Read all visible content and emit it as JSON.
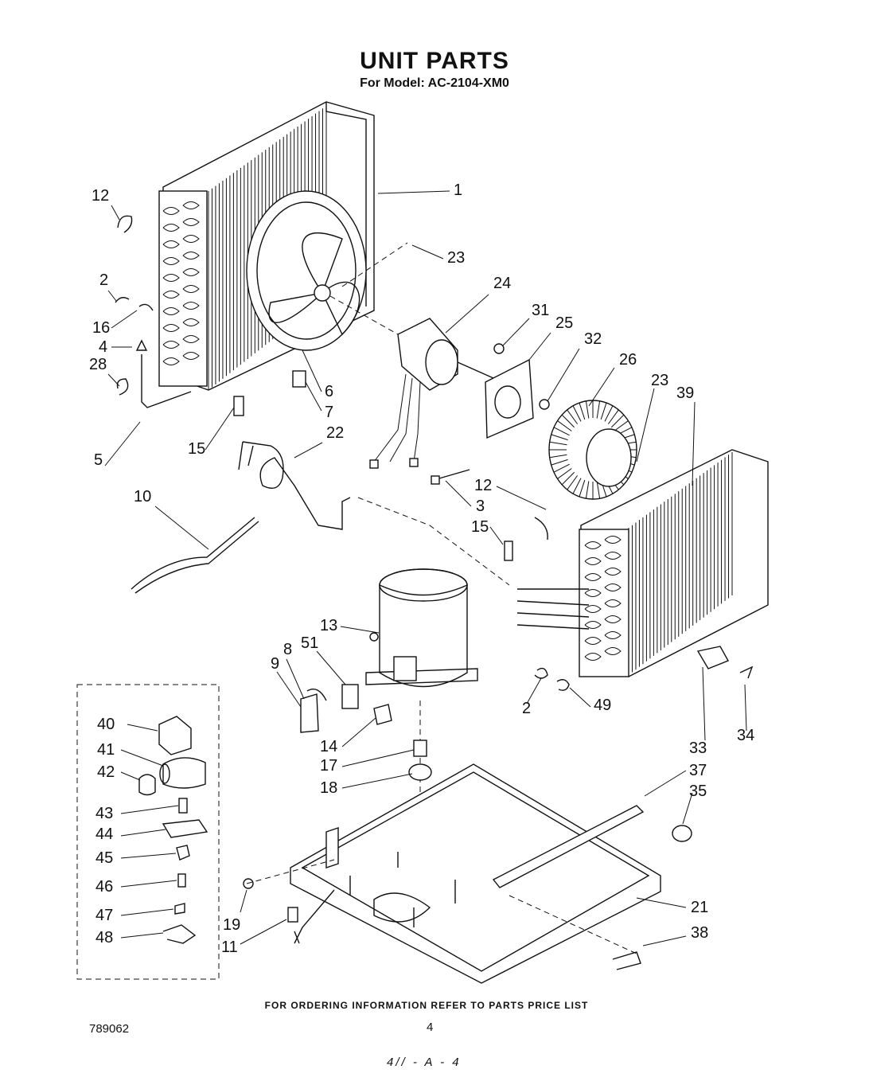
{
  "header": {
    "title": "UNIT PARTS",
    "model_line": "For Model: AC-2104-XM0"
  },
  "footer": {
    "ordering_note": "FOR ORDERING INFORMATION REFER TO PARTS PRICE LIST",
    "doc_number": "789062",
    "page_number": "4",
    "handwritten_note": "4// - A - 4"
  },
  "callouts": [
    "1",
    "12",
    "23",
    "2",
    "24",
    "31",
    "25",
    "32",
    "26",
    "16",
    "4",
    "28",
    "6",
    "7",
    "23",
    "39",
    "15",
    "22",
    "5",
    "12",
    "3",
    "10",
    "15",
    "13",
    "8",
    "51",
    "9",
    "2",
    "49",
    "33",
    "34",
    "40",
    "14",
    "17",
    "41",
    "42",
    "18",
    "37",
    "35",
    "43",
    "44",
    "45",
    "46",
    "21",
    "47",
    "19",
    "48",
    "11",
    "38"
  ]
}
